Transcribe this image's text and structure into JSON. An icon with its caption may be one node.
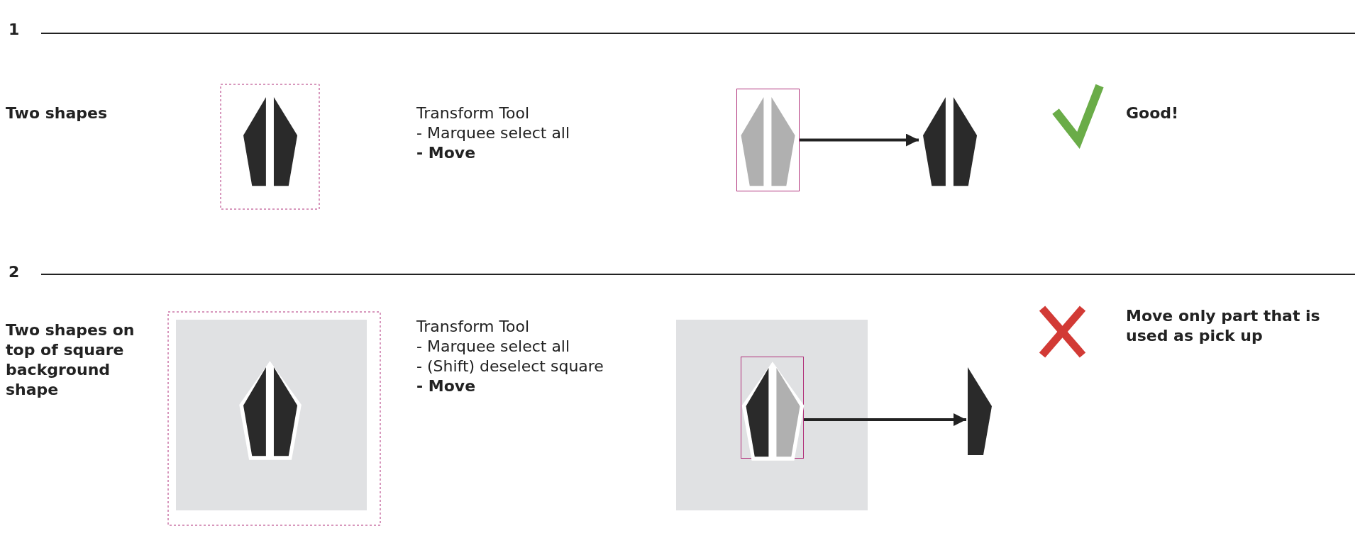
{
  "diagram": {
    "nodes": [
      {
        "text": [],
        "shape": "box"
      },
      {
        "text": [],
        "shape": "polygon"
      },
      {
        "text": [],
        "shape": "box"
      },
      {
        "text": [],
        "shape": "polygon"
      }
    ],
    "edges": [
      {
        "from": 0,
        "to": 1,
        "arrow": "to"
      },
      {
        "from": 2,
        "to": 3,
        "arrow": "to"
      }
    ],
    "labels": [
      "1",
      "Two shapes",
      "Transform Tool",
      "- Marquee select all",
      "- Move",
      "Good!",
      "2",
      "Two shapes on top of square background shape",
      "Transform Tool",
      "- Marquee select all",
      "- (Shift) deselect square",
      "- Move",
      "Move only part that is used as pick up"
    ]
  }
}
